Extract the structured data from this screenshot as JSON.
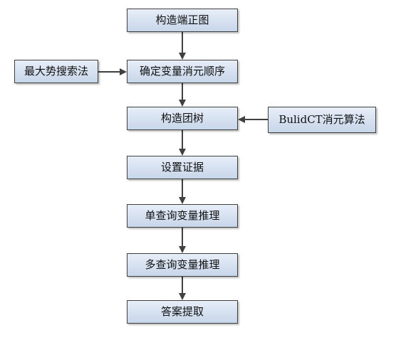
{
  "flow": {
    "steps": [
      "构造端正图",
      "确定变量消元顺序",
      "构造团树",
      "设置证据",
      "单查询变量推理",
      "多查询变量推理",
      "答案提取"
    ],
    "left_input": "最大势搜索法",
    "right_input": "BulidCT消元算法"
  },
  "colors": {
    "box_fill_top": "#e7eef8",
    "box_fill_bottom": "#c7d6ea",
    "border": "#3f3f3f",
    "arrow": "#404040"
  }
}
